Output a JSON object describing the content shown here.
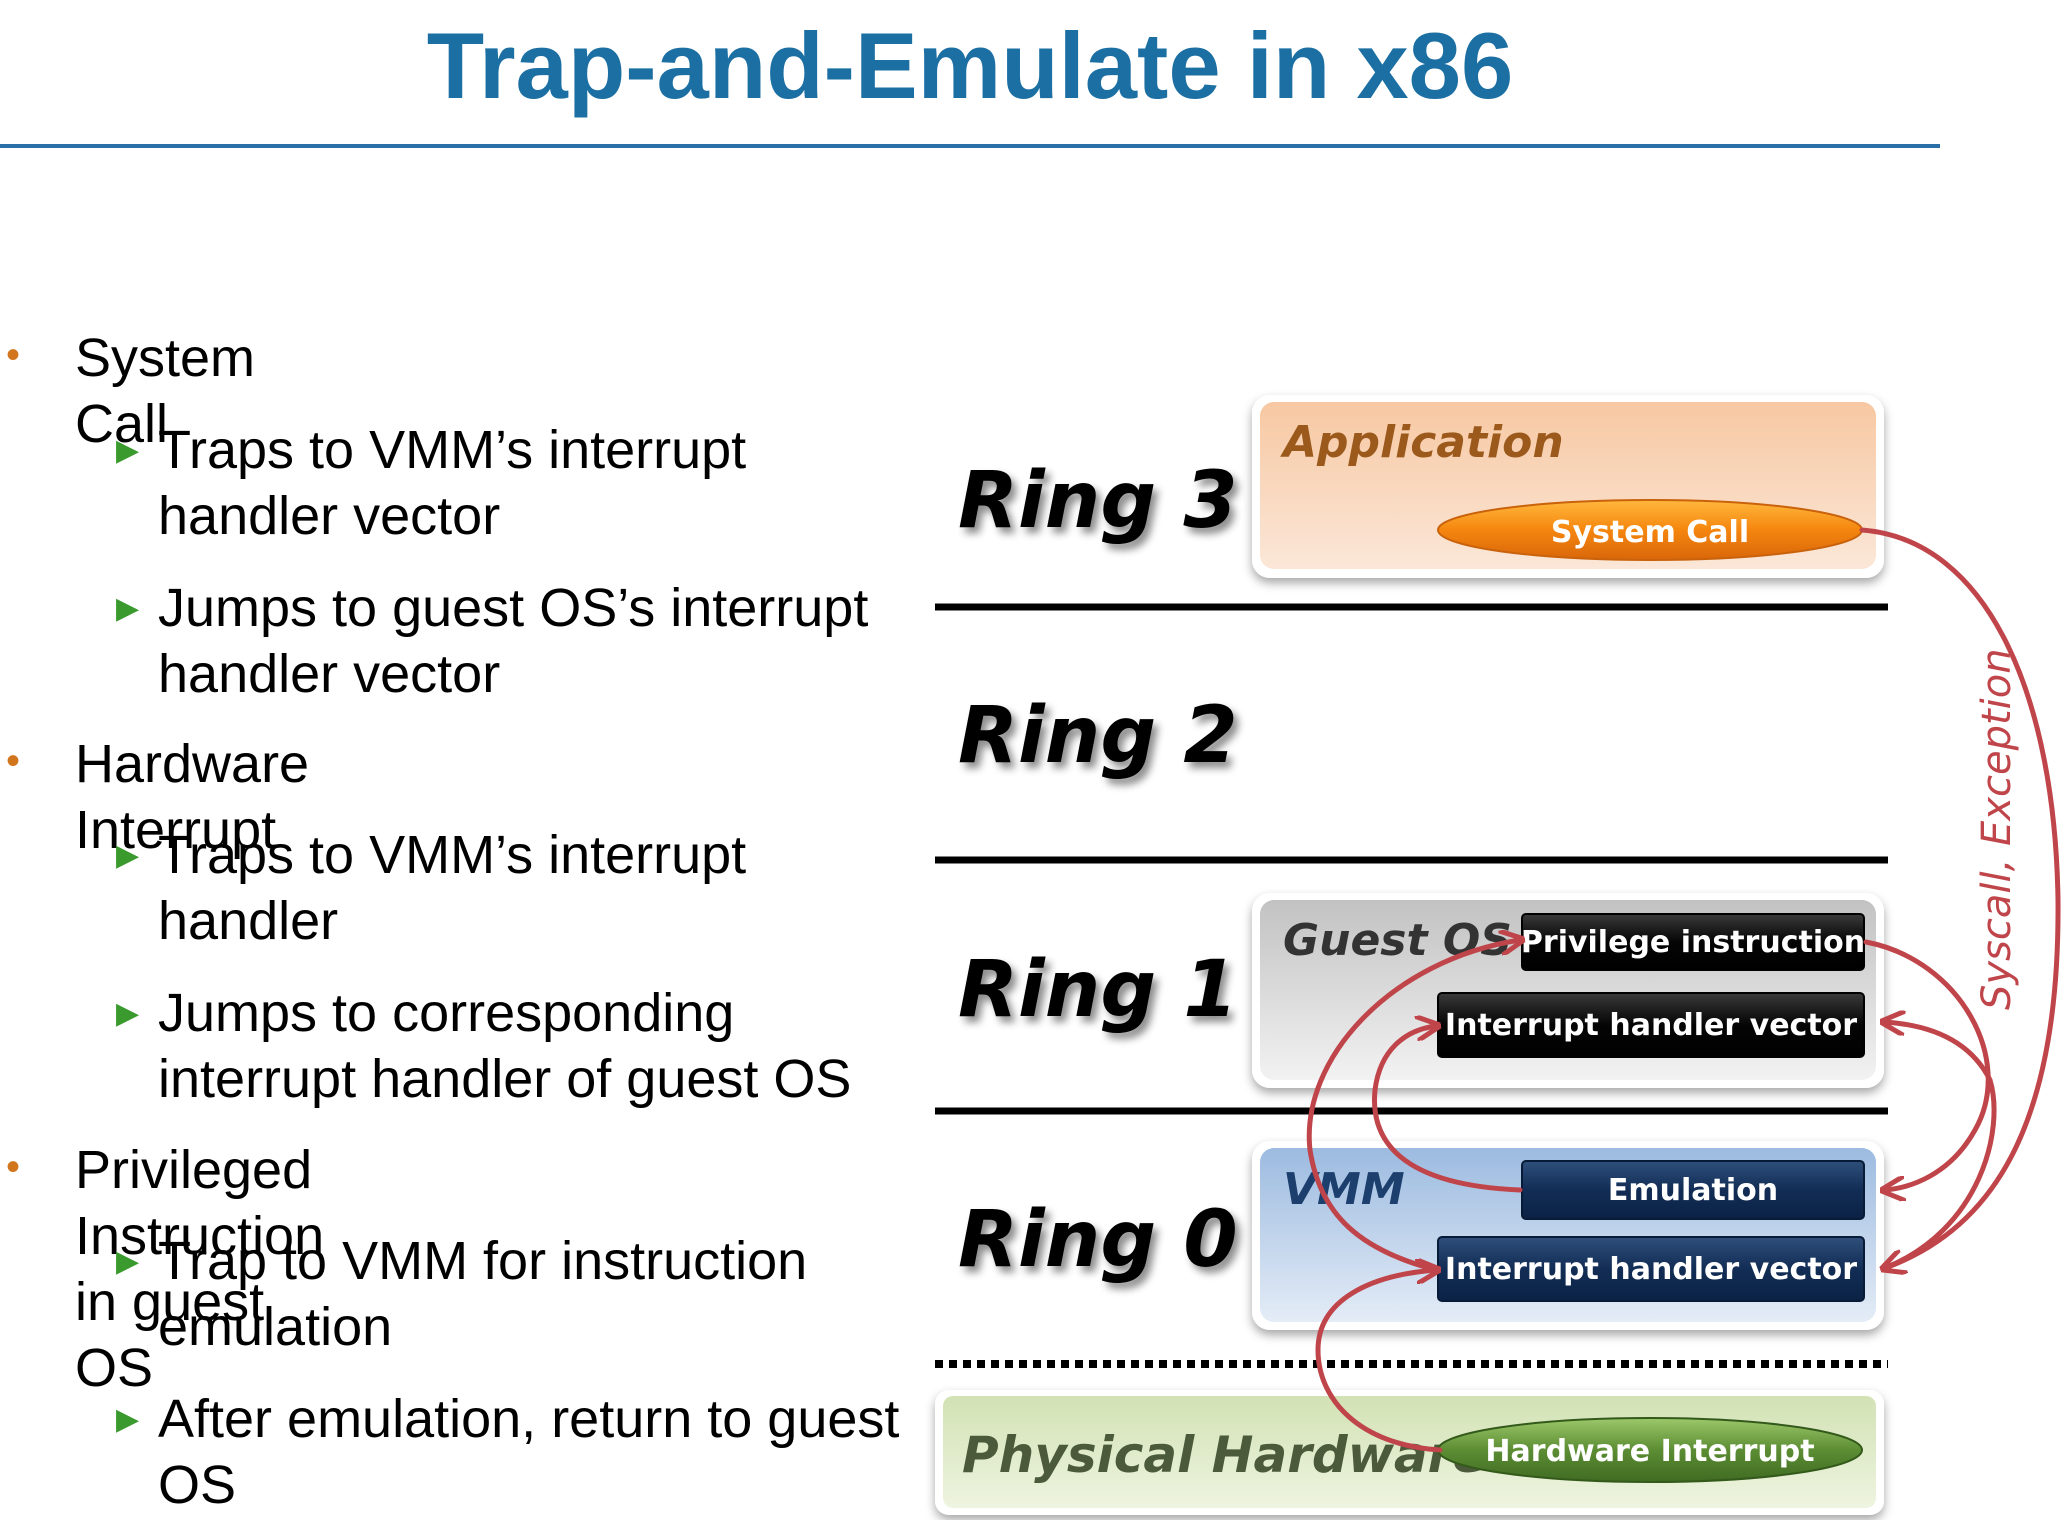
{
  "title": "Trap-and-Emulate in x86",
  "bullets": [
    {
      "text": "System Call",
      "subs": [
        {
          "lines": [
            "Traps to VMM’s interrupt",
            "handler vector"
          ]
        },
        {
          "lines": [
            "Jumps to guest OS’s interrupt",
            "handler vector"
          ]
        }
      ]
    },
    {
      "text": "Hardware Interrupt",
      "subs": [
        {
          "lines": [
            "Traps to VMM’s interrupt",
            "handler"
          ]
        },
        {
          "lines": [
            "Jumps to corresponding",
            "interrupt handler of guest OS"
          ]
        }
      ]
    },
    {
      "text": "Privileged Instruction in guest OS",
      "subs": [
        {
          "lines": [
            "Trap to VMM  for instruction",
            "emulation"
          ]
        },
        {
          "lines": [
            "After emulation, return to guest",
            "OS"
          ]
        }
      ]
    }
  ],
  "diagram": {
    "rings": {
      "ring3": "Ring 3",
      "ring2": "Ring 2",
      "ring1": "Ring 1",
      "ring0": "Ring 0"
    },
    "application": "Application",
    "system_call": "System Call",
    "guest_os": "Guest OS",
    "privilege_instruction": "Privilege instruction",
    "guest_interrupt_handler": "Interrupt handler vector",
    "vmm": "VMM",
    "emulation": "Emulation",
    "vmm_interrupt_handler": "Interrupt handler vector",
    "physical_hardware": "Physical Hardware",
    "hardware_interrupt": "Hardware Interrupt",
    "side_label": "Syscall, Exception"
  },
  "colors": {
    "title": "#1c6fa3",
    "bullet_dot": "#d2761e",
    "sub_arrow": "#3b9a2e",
    "arrow": "#c0454a"
  }
}
